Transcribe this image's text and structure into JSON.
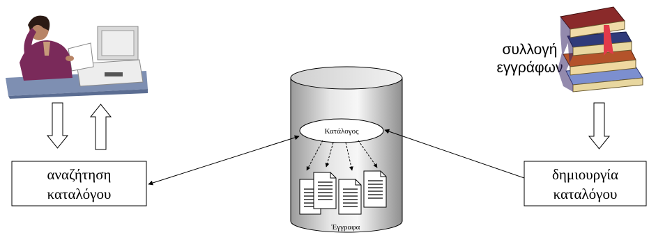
{
  "search_box": {
    "line1": "αναζήτηση",
    "line2": "καταλόγου"
  },
  "create_box": {
    "line1": "δημιουργία",
    "line2": "καταλόγου"
  },
  "collection": {
    "line1": "συλλογή",
    "line2": "εγγράφων"
  },
  "catalog_label": "Κατάλογος",
  "documents_label": "Έγγραφα",
  "icons": {
    "user": "person-at-computer-icon",
    "books": "book-stack-icon",
    "document": "document-icon"
  }
}
